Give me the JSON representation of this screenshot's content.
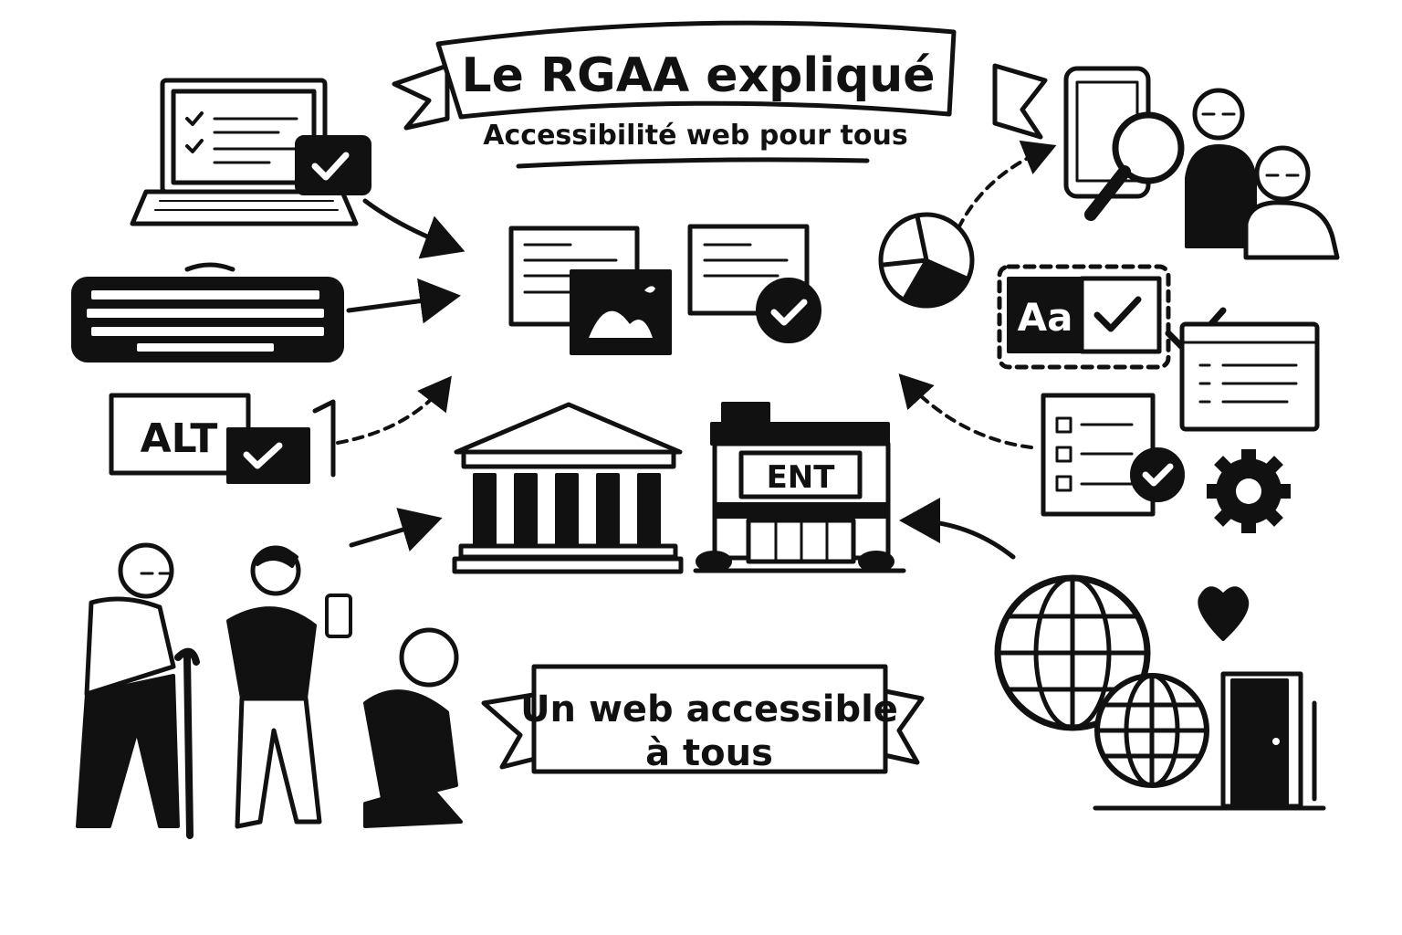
{
  "title_banner": {
    "title": "Le RGAA expliqué",
    "subtitle": "Accessibilité web pour tous"
  },
  "alt_card": {
    "label": "ALT"
  },
  "ent_building": {
    "label": "ENT"
  },
  "font_card": {
    "label": "Aa"
  },
  "bottom_banner": {
    "line1": "Un web accessible",
    "line2": "à tous"
  },
  "colors": {
    "ink": "#111111",
    "background": "#ffffff"
  }
}
